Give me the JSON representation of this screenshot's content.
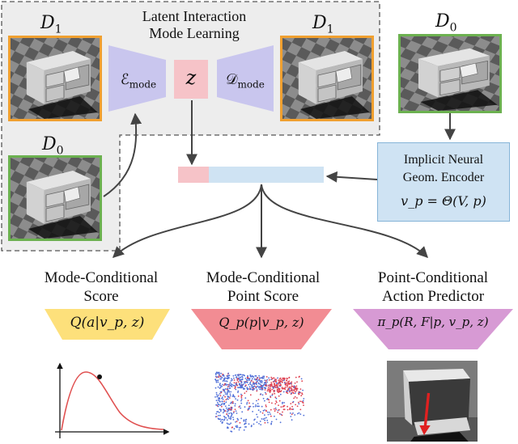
{
  "labels": {
    "d1": "D",
    "d1_sub": "1",
    "d0": "D",
    "d0_sub": "0"
  },
  "latent_box": {
    "title_line1": "Latent Interaction",
    "title_line2": "Mode Learning",
    "encoder": "ℰ",
    "encoder_sub": "mode",
    "decoder": "𝒟",
    "decoder_sub": "mode",
    "latent": "z"
  },
  "encoder_box": {
    "line1": "Implicit Neural",
    "line2": "Geom. Encoder",
    "formula": "v_p = Θ(V, p)"
  },
  "heads": [
    {
      "line1": "Mode-Conditional",
      "line2": "Score",
      "formula": "Q(a|v_p, z)",
      "color": "#fde07b"
    },
    {
      "line1": "Mode-Conditional",
      "line2": "Point Score",
      "formula": "Q_p(p|v_p, z)",
      "color": "#f28c93"
    },
    {
      "line1": "Point-Conditional",
      "line2": "Action Predictor",
      "formula": "π_p(R, F|p, v_p, z)",
      "color": "#d79ad4"
    }
  ],
  "colors": {
    "orange_border": "#f0a030",
    "green_border": "#6cb150",
    "encoder_trap": "#c9c6ee",
    "latent_z": "#f6c3c8",
    "feature_blue": "#cfe3f3",
    "curve_red": "#e05050"
  }
}
